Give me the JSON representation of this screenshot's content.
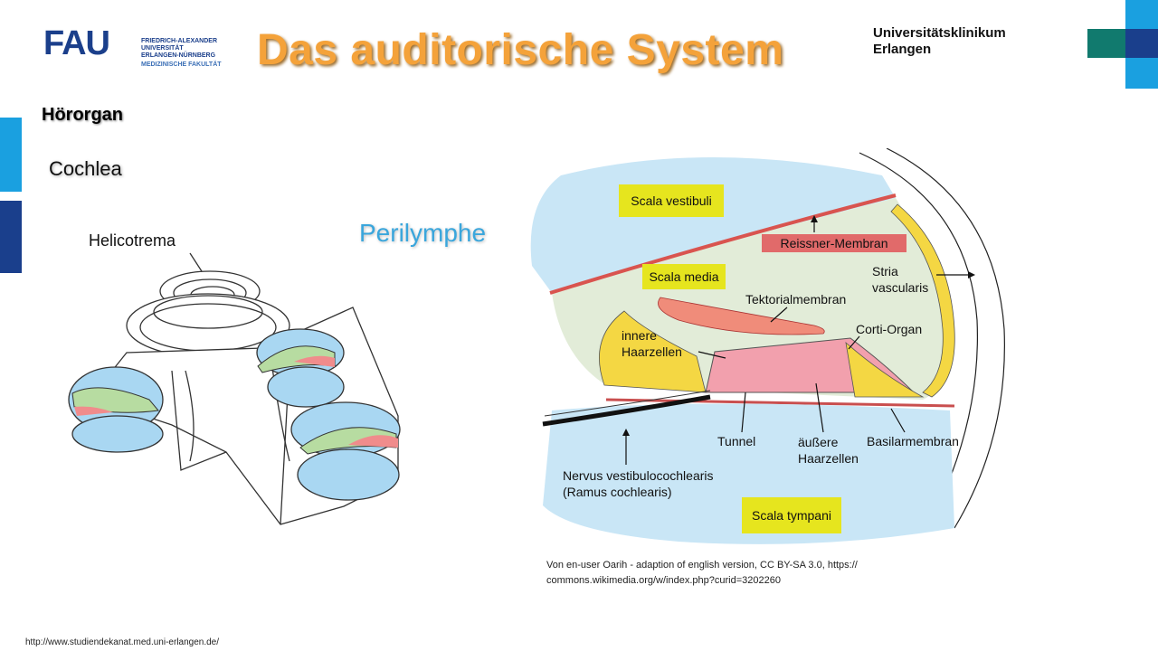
{
  "header": {
    "logo_letters": "FAU",
    "logo_university": [
      "FRIEDRICH-ALEXANDER",
      "UNIVERSITÄT",
      "ERLANGEN-NÜRNBERG"
    ],
    "logo_faculty": "MEDIZINISCHE FAKULTÄT",
    "title": "Das auditorische System",
    "institution": [
      "Universitätsklinikum",
      "Erlangen"
    ]
  },
  "slide": {
    "heading": "Hörorgan",
    "subheading": "Cochlea",
    "highlight": "Perilymphe"
  },
  "cochlea_diagram": {
    "label": "Helicotrema"
  },
  "corti_diagram": {
    "labels": {
      "scala_vestibuli": "Scala vestibuli",
      "reissner": "Reissner-Membran",
      "scala_media": "Scala media",
      "stria_1": "Stria",
      "stria_2": "vascularis",
      "tektorial": "Tektorialmembran",
      "innere_1": "innere",
      "innere_2": "Haarzellen",
      "corti": "Corti-Organ",
      "tunnel": "Tunnel",
      "aeussere_1": "äußere",
      "aeussere_2": "Haarzellen",
      "basilar": "Basilarmembran",
      "nervus_1": "Nervus vestibulocochlearis",
      "nervus_2": "(Ramus cochlearis)",
      "scala_tympani": "Scala tympani"
    }
  },
  "credit": [
    "Von en-user Oarih - adaption of english version, CC BY-SA 3.0, https://",
    "commons.wikimedia.org/w/index.php?curid=3202260"
  ],
  "footer_url": "http://www.studiendekanat.med.uni-erlangen.de/",
  "colors": {
    "title": "#f4a23a",
    "perilymphe": "#3aa6dc",
    "fau_blue": "#1b3f8b",
    "scala_fill": "#c9e6f6",
    "media_fill": "#e2ecd8",
    "membrane_red": "#e16a6a",
    "label_yellow": "#e6e51e",
    "hair_cells": "#f4d743",
    "corti_pink": "#f2a0ad"
  }
}
